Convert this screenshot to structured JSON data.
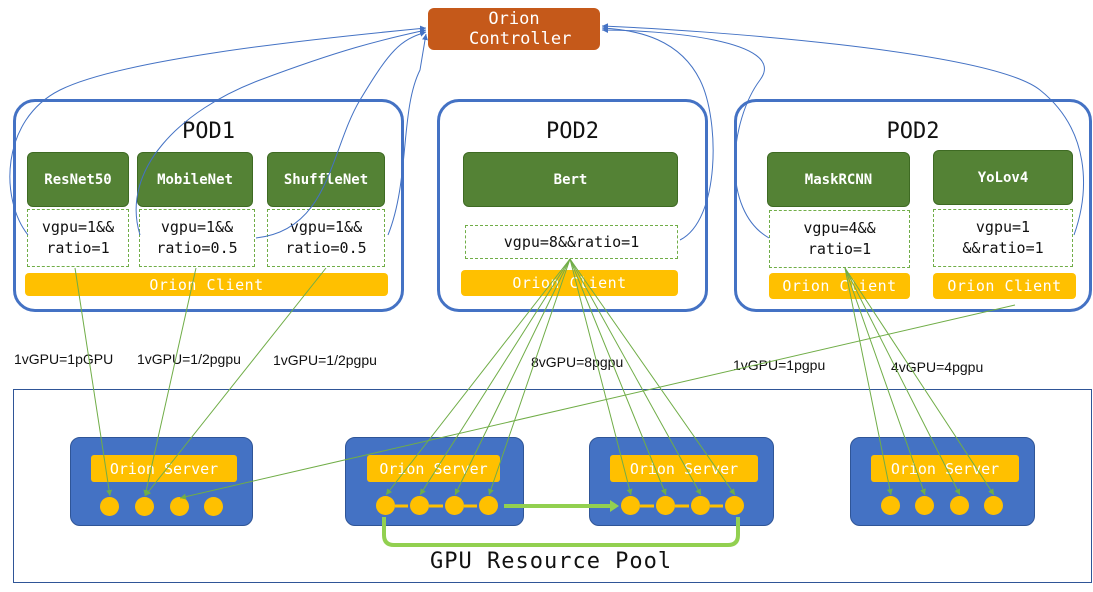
{
  "controller": {
    "label": "Orion Controller"
  },
  "pods": [
    {
      "title": "POD1",
      "models": [
        {
          "name": "ResNet50",
          "ratio": "vgpu=1&& ratio=1"
        },
        {
          "name": "MobileNet",
          "ratio": "vgpu=1&& ratio=0.5"
        },
        {
          "name": "ShuffleNet",
          "ratio": "vgpu=1&& ratio=0.5"
        }
      ],
      "client": "Orion Client"
    },
    {
      "title": "POD2",
      "models": [
        {
          "name": "Bert",
          "ratio": "vgpu=8&&ratio=1"
        }
      ],
      "client": "Orion Client"
    },
    {
      "title": "POD2",
      "models": [
        {
          "name": "MaskRCNN",
          "ratio": "vgpu=4&& ratio=1",
          "client": "Orion Client"
        },
        {
          "name": "YoLov4",
          "ratio": "vgpu=1 &&ratio=1",
          "client": "Orion Client"
        }
      ]
    }
  ],
  "mappings": [
    "1vGPU=1pGPU",
    "1vGPU=1/2pgpu",
    "1vGPU=1/2pgpu",
    "8vGPU=8pgpu",
    "1vGPU=1pgpu",
    "4vGPU=4pgpu"
  ],
  "servers": [
    {
      "label": "Orion Server",
      "gpu_count": 4
    },
    {
      "label": "Orion Server",
      "gpu_count": 4
    },
    {
      "label": "Orion Server",
      "gpu_count": 4
    },
    {
      "label": "Orion Server",
      "gpu_count": 4
    }
  ],
  "pool": {
    "label": "GPU Resource Pool"
  },
  "colors": {
    "controller": "#c5591a",
    "pod_border": "#4472c4",
    "model": "#548235",
    "client": "#ffc000",
    "server": "#4472c4",
    "link_green": "#70ad47",
    "link_blue": "#4472c4"
  }
}
